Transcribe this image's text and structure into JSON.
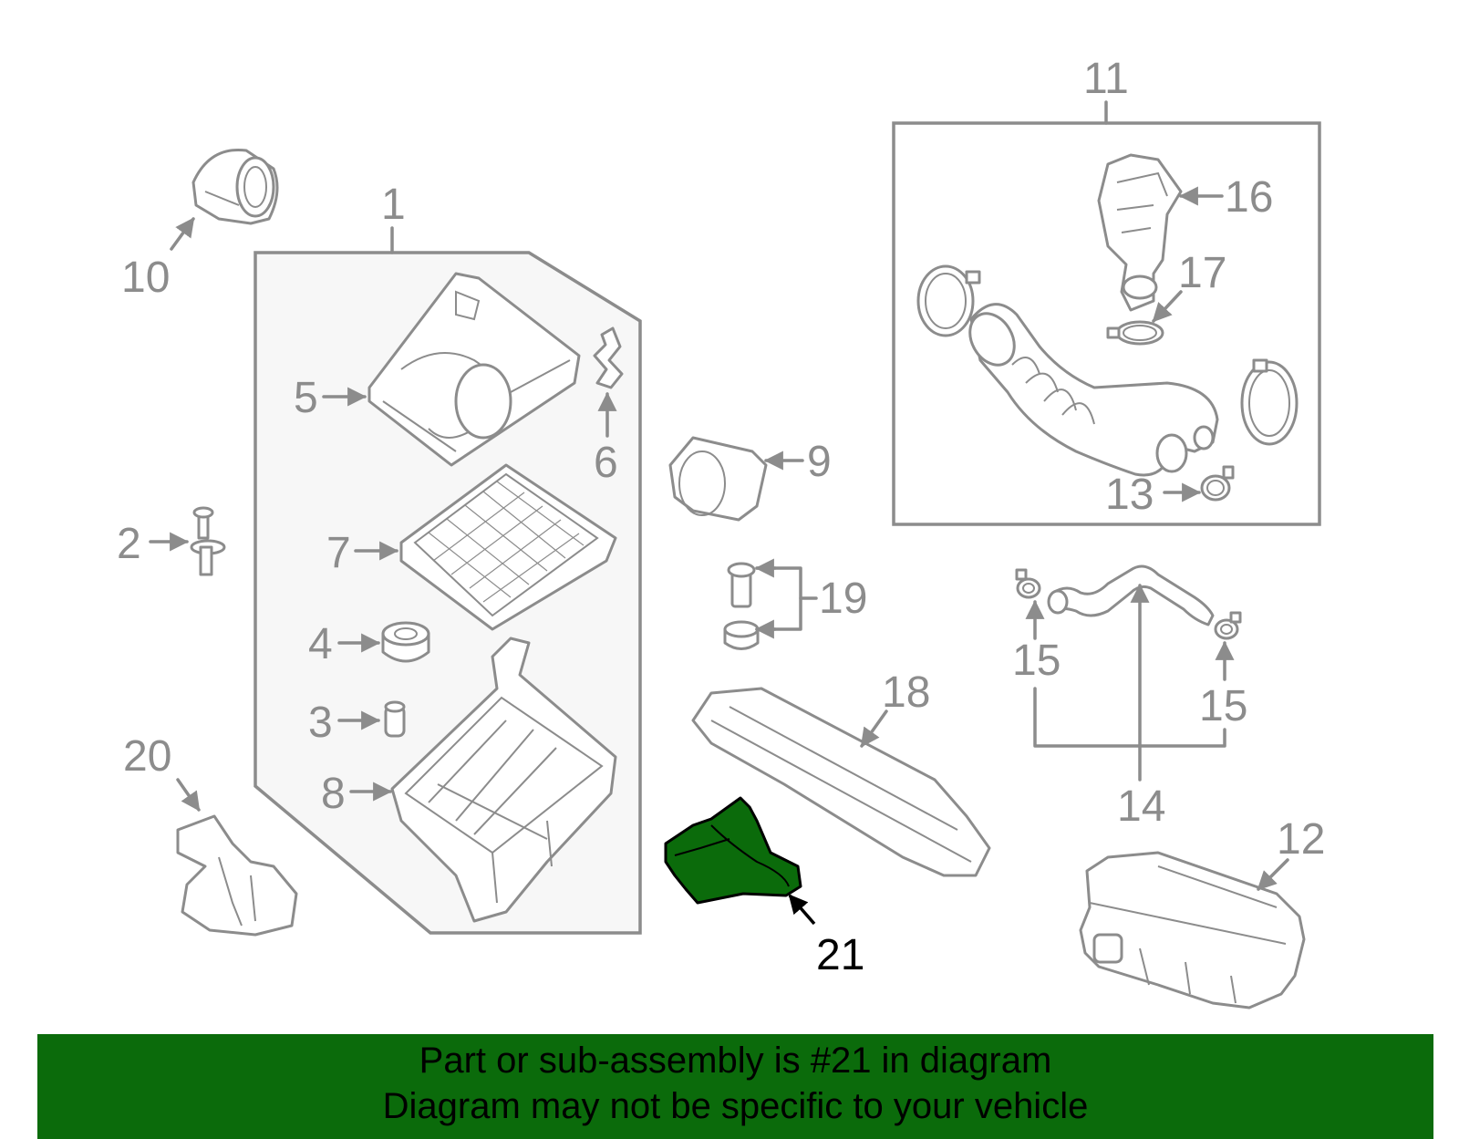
{
  "diagram": {
    "callouts": {
      "c1": "1",
      "c2": "2",
      "c3": "3",
      "c4": "4",
      "c5": "5",
      "c6": "6",
      "c7": "7",
      "c8": "8",
      "c9": "9",
      "c10": "10",
      "c11": "11",
      "c12": "12",
      "c13": "13",
      "c14": "14",
      "c15a": "15",
      "c15b": "15",
      "c16": "16",
      "c17": "17",
      "c18": "18",
      "c19": "19",
      "c20": "20",
      "c21": "21"
    },
    "colors": {
      "line": "#8c8c8c",
      "highlight_part": "#0b6b0b",
      "banner": "#0b6b0b"
    }
  },
  "banner": {
    "line1": "Part or sub-assembly is #21 in diagram",
    "line2": "Diagram may not be specific to your vehicle"
  }
}
